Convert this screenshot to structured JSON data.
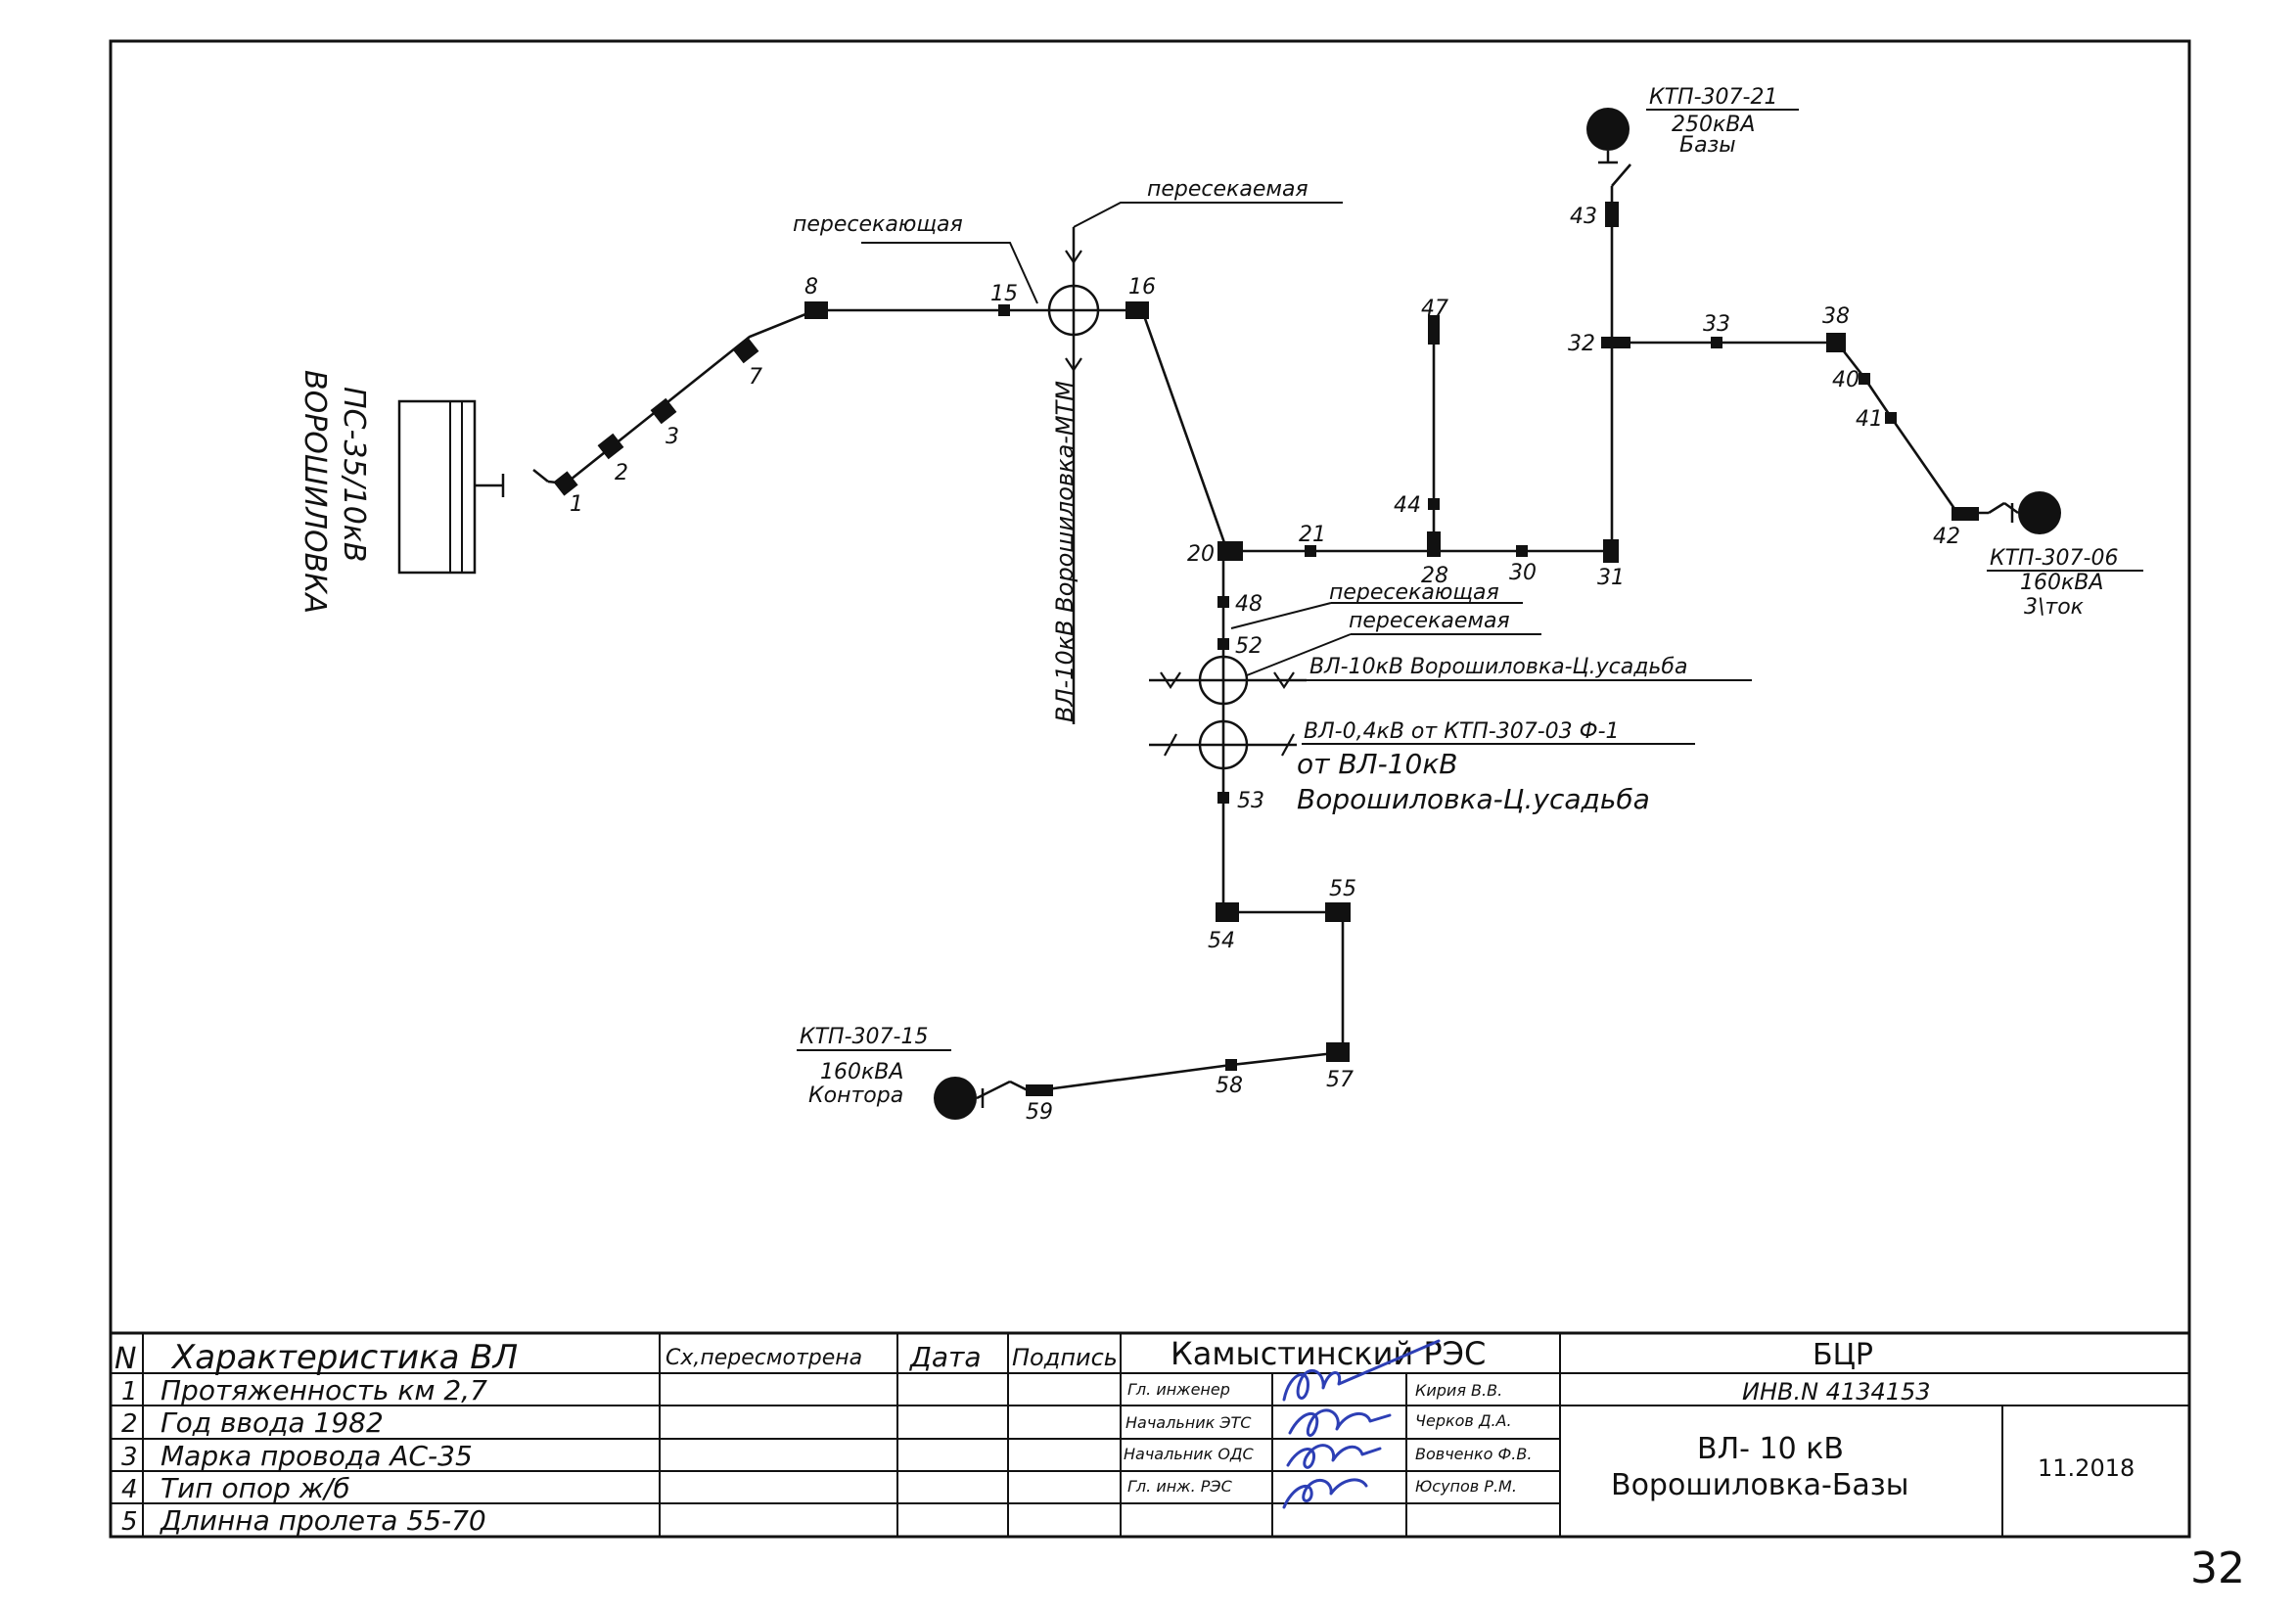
{
  "substation": {
    "name": "ПС-35/10кВ",
    "location": "ВОРОШИЛОВКА"
  },
  "crossing_line_vertical": "ВЛ-10кВ Ворошиловка-МТМ",
  "crossing_labels": {
    "crossing_top": "пересекающая",
    "crossed_top": "пересекаемая",
    "crossing_mid": "пересекающая",
    "crossed_mid": "пересекаемая"
  },
  "crossed_line_a": "ВЛ-10кВ Ворошиловка-Ц.усадьба",
  "crossed_line_b": {
    "line1": "ВЛ-0,4кВ от КТП-307-03 Ф-1",
    "line2": "от ВЛ-10кВ",
    "line3": "Ворошиловка-Ц.усадьба"
  },
  "transformers": {
    "ktp_21": {
      "name": "КТП-307-21",
      "power": "250кВА",
      "note": "Базы"
    },
    "ktp_06": {
      "name": "КТП-307-06",
      "power": "160кВА",
      "note": "3\\ток"
    },
    "ktp_15": {
      "name": "КТП-307-15",
      "power": "160кВА",
      "note": "Контора"
    }
  },
  "poles": {
    "p1": "1",
    "p2": "2",
    "p3": "3",
    "p7": "7",
    "p8": "8",
    "p15": "15",
    "p16": "16",
    "p20": "20",
    "p21": "21",
    "p28": "28",
    "p30": "30",
    "p31": "31",
    "p32": "32",
    "p33": "33",
    "p38": "38",
    "p40": "40",
    "p41": "41",
    "p42": "42",
    "p43": "43",
    "p44": "44",
    "p47": "47",
    "p48": "48",
    "p52": "52",
    "p53": "53",
    "p54": "54",
    "p55": "55",
    "p57": "57",
    "p58": "58",
    "p59": "59"
  },
  "title_block": {
    "n_header": "N",
    "char_header": "Характеристика ВЛ",
    "reviewed_header": "Сх,пересмотрена",
    "date_header": "Дата",
    "sign_header": "Подпись",
    "org": "Камыстинский РЭС",
    "dept": "БЦР",
    "inv": "ИНВ.N 4134153",
    "line_name_1": "ВЛ- 10 кВ",
    "line_name_2": "Ворошиловка-Базы",
    "date": "11.2018",
    "rows": [
      {
        "n": "1",
        "text": "Протяженность км 2,7"
      },
      {
        "n": "2",
        "text": "Год ввода 1982"
      },
      {
        "n": "3",
        "text": "Марка провода АС-35"
      },
      {
        "n": "4",
        "text": "Тип опор ж/б"
      },
      {
        "n": "5",
        "text": "Длинна пролета 55-70"
      }
    ],
    "staff": [
      {
        "role": "Гл. инженер",
        "name": "Кирия В.В."
      },
      {
        "role": "Начальник ЭТС",
        "name": "Черков Д.А."
      },
      {
        "role": "Начальник ОДС",
        "name": "Вовченко Ф.В."
      },
      {
        "role": "Гл. инж. РЭС",
        "name": "Юсупов Р.М."
      }
    ]
  },
  "sheet_number": "32",
  "colors": {
    "ink": "#2d3fb5",
    "line": "#111111"
  }
}
